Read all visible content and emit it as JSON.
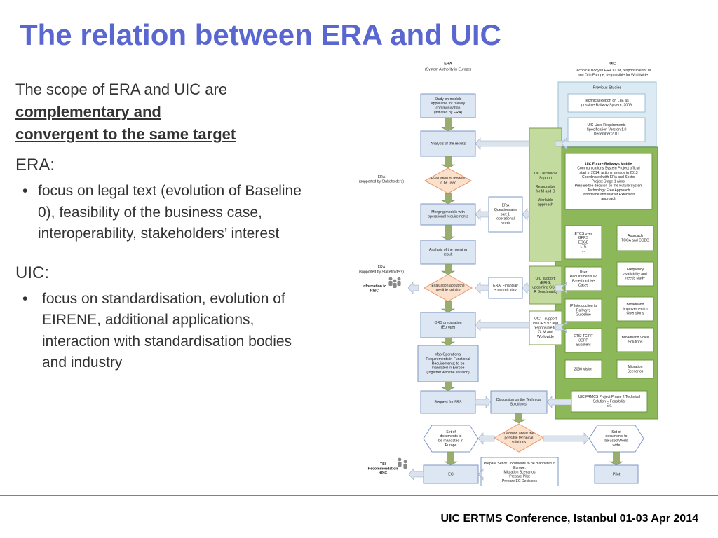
{
  "title": "The relation between ERA and UIC",
  "intro": {
    "text": "The scope of ERA and UIC are",
    "emphasis_line1": "complementary and",
    "emphasis_line2": "convergent to the same target"
  },
  "era_section": {
    "heading": "ERA:",
    "bullet": "focus on legal text (evolution of Baseline 0), feasibility of the business case, interoperability, stakeholders’ interest"
  },
  "uic_section": {
    "heading": "UIC:",
    "bullet": "focus on standardisation, evolution of EIRENE, additional applications, interaction with standardisation bodies and industry"
  },
  "bullet_symbol": "•",
  "footer": "UIC ERTMS Conference, Istanbul  01-03 Apr 2014",
  "colors": {
    "title": "#5a67d0",
    "box_blue_fill": "#dde6f3",
    "box_blue_border": "#7f97c2",
    "box_green_fill": "#ffffff",
    "panel_green": "#8db85a",
    "uic_support_green": "#c4dba0",
    "diamond_fill": "#fbe0cc",
    "diamond_border": "#e7996a",
    "previous_studies_fill": "#dcebf3"
  },
  "diagram": {
    "era_header": {
      "title": "ERA",
      "subtitle": "(System Authority in Europe)"
    },
    "uic_header": {
      "title": "UIC",
      "line1": "Technical Body in ERA CCM, responsible for M",
      "line2": "and O in Europe, responsible for Worldwide"
    },
    "previous_studies": {
      "title": "Previous Studies",
      "report": [
        "Technical Report on LTE as",
        "possible Railway System, 2009"
      ],
      "urs": [
        "UIC User Requirements",
        "Specification Version 1.0",
        "December 2011"
      ]
    },
    "future_project": [
      "UIC Future Railways Mobile",
      "Communications System Project  official",
      "start in 2014, actions already in 2013",
      "Coordinated with ERA and Sector",
      "Project Stage 1 aims:",
      "Prepare the decision on the Future System",
      "Technology Free Approach",
      "Worldwide and Market Extension",
      "approach"
    ],
    "era_flow": [
      [
        "Study on models",
        "applicable for railway",
        "communication",
        "(initiated by ERA)"
      ],
      [
        "Analysis of the results"
      ],
      [
        "Evaluation of models",
        "to be used"
      ],
      [
        "Merging models with",
        "operational requirements"
      ],
      [
        "Analysis of the merging",
        "result"
      ],
      [
        "Evaluation about the",
        "possible solution"
      ],
      [
        "ORS preparation",
        "(Europe)"
      ],
      [
        "Map Operational",
        "Requirements in Functional",
        "Requirements; to be",
        "mandated in Europe",
        "(together with the solution)"
      ],
      [
        "Request for SRS"
      ]
    ],
    "side_labels": {
      "era_stakeholders_1": [
        "ERA",
        "(supported by Stakeholders)"
      ],
      "era_stakeholders_2": [
        "ERA",
        "(supported by Stakeholders)"
      ],
      "info_risc": [
        "Information to",
        "RISC"
      ],
      "tsi": [
        "TSI",
        "Recommendation",
        "RISC"
      ]
    },
    "era_questionnaire": [
      "ERA",
      "Questionnaire",
      "part 1:",
      "operational",
      "needs"
    ],
    "era_financial": [
      "ERA: Financial/",
      "economic data"
    ],
    "uic_technical_support": [
      "UIC Technical",
      "Support",
      "",
      "Responsible",
      "for M and O",
      "",
      "Worlwide",
      "approach"
    ],
    "uic_support_erig": [
      "UIC support;",
      "(ERIG,",
      "upcoming GSM-",
      "R Benchmark)"
    ],
    "uic_support_urs": [
      "UIC – support",
      "via URS v2 and",
      "responsible for",
      "O, M and",
      "Worldwide"
    ],
    "green_panel_left": [
      [
        "ETCS over",
        "GPRS",
        "EDGE",
        "LTE",
        "..."
      ],
      [
        "User",
        "Requirements v2",
        "Based on Use",
        "Cases"
      ],
      [
        "IP Introduction to",
        "Railways",
        "Guideline"
      ],
      [
        "ETSI TC RT",
        "3GPP",
        "Suppliers"
      ],
      [
        "2030 Vision"
      ]
    ],
    "green_panel_right": [
      [
        "Approach",
        "TCCA and CCBG"
      ],
      [
        "Frequency",
        "availability and",
        "needs study"
      ],
      [
        "Broadband",
        "improvement to",
        "Operations"
      ],
      [
        "Broadband Voice",
        "Solutions"
      ],
      [
        "Migration",
        "Scenarios"
      ]
    ],
    "frmcs_phase2": [
      "UIC  FRMCS Project Phase 2 Technical",
      "Solution – Feasibility",
      "Etc."
    ],
    "discussion": [
      "Discussion on the Technical",
      "Solution(s)"
    ],
    "decision": [
      "Decision about the",
      "possible technical",
      "solutions"
    ],
    "set_europe": [
      "Set of",
      "documents to",
      "be mandated in",
      "Europe"
    ],
    "set_world": [
      "Set of",
      "documents to",
      "be used World",
      "wide"
    ],
    "ec": "EC",
    "prepare_set": [
      "Prepare Set of Documents to be mandated in",
      "Europe,",
      "Migration Scenarios",
      "Prepare Pilot",
      "Prepare EC Decisions"
    ],
    "pilot": "Pilot"
  }
}
